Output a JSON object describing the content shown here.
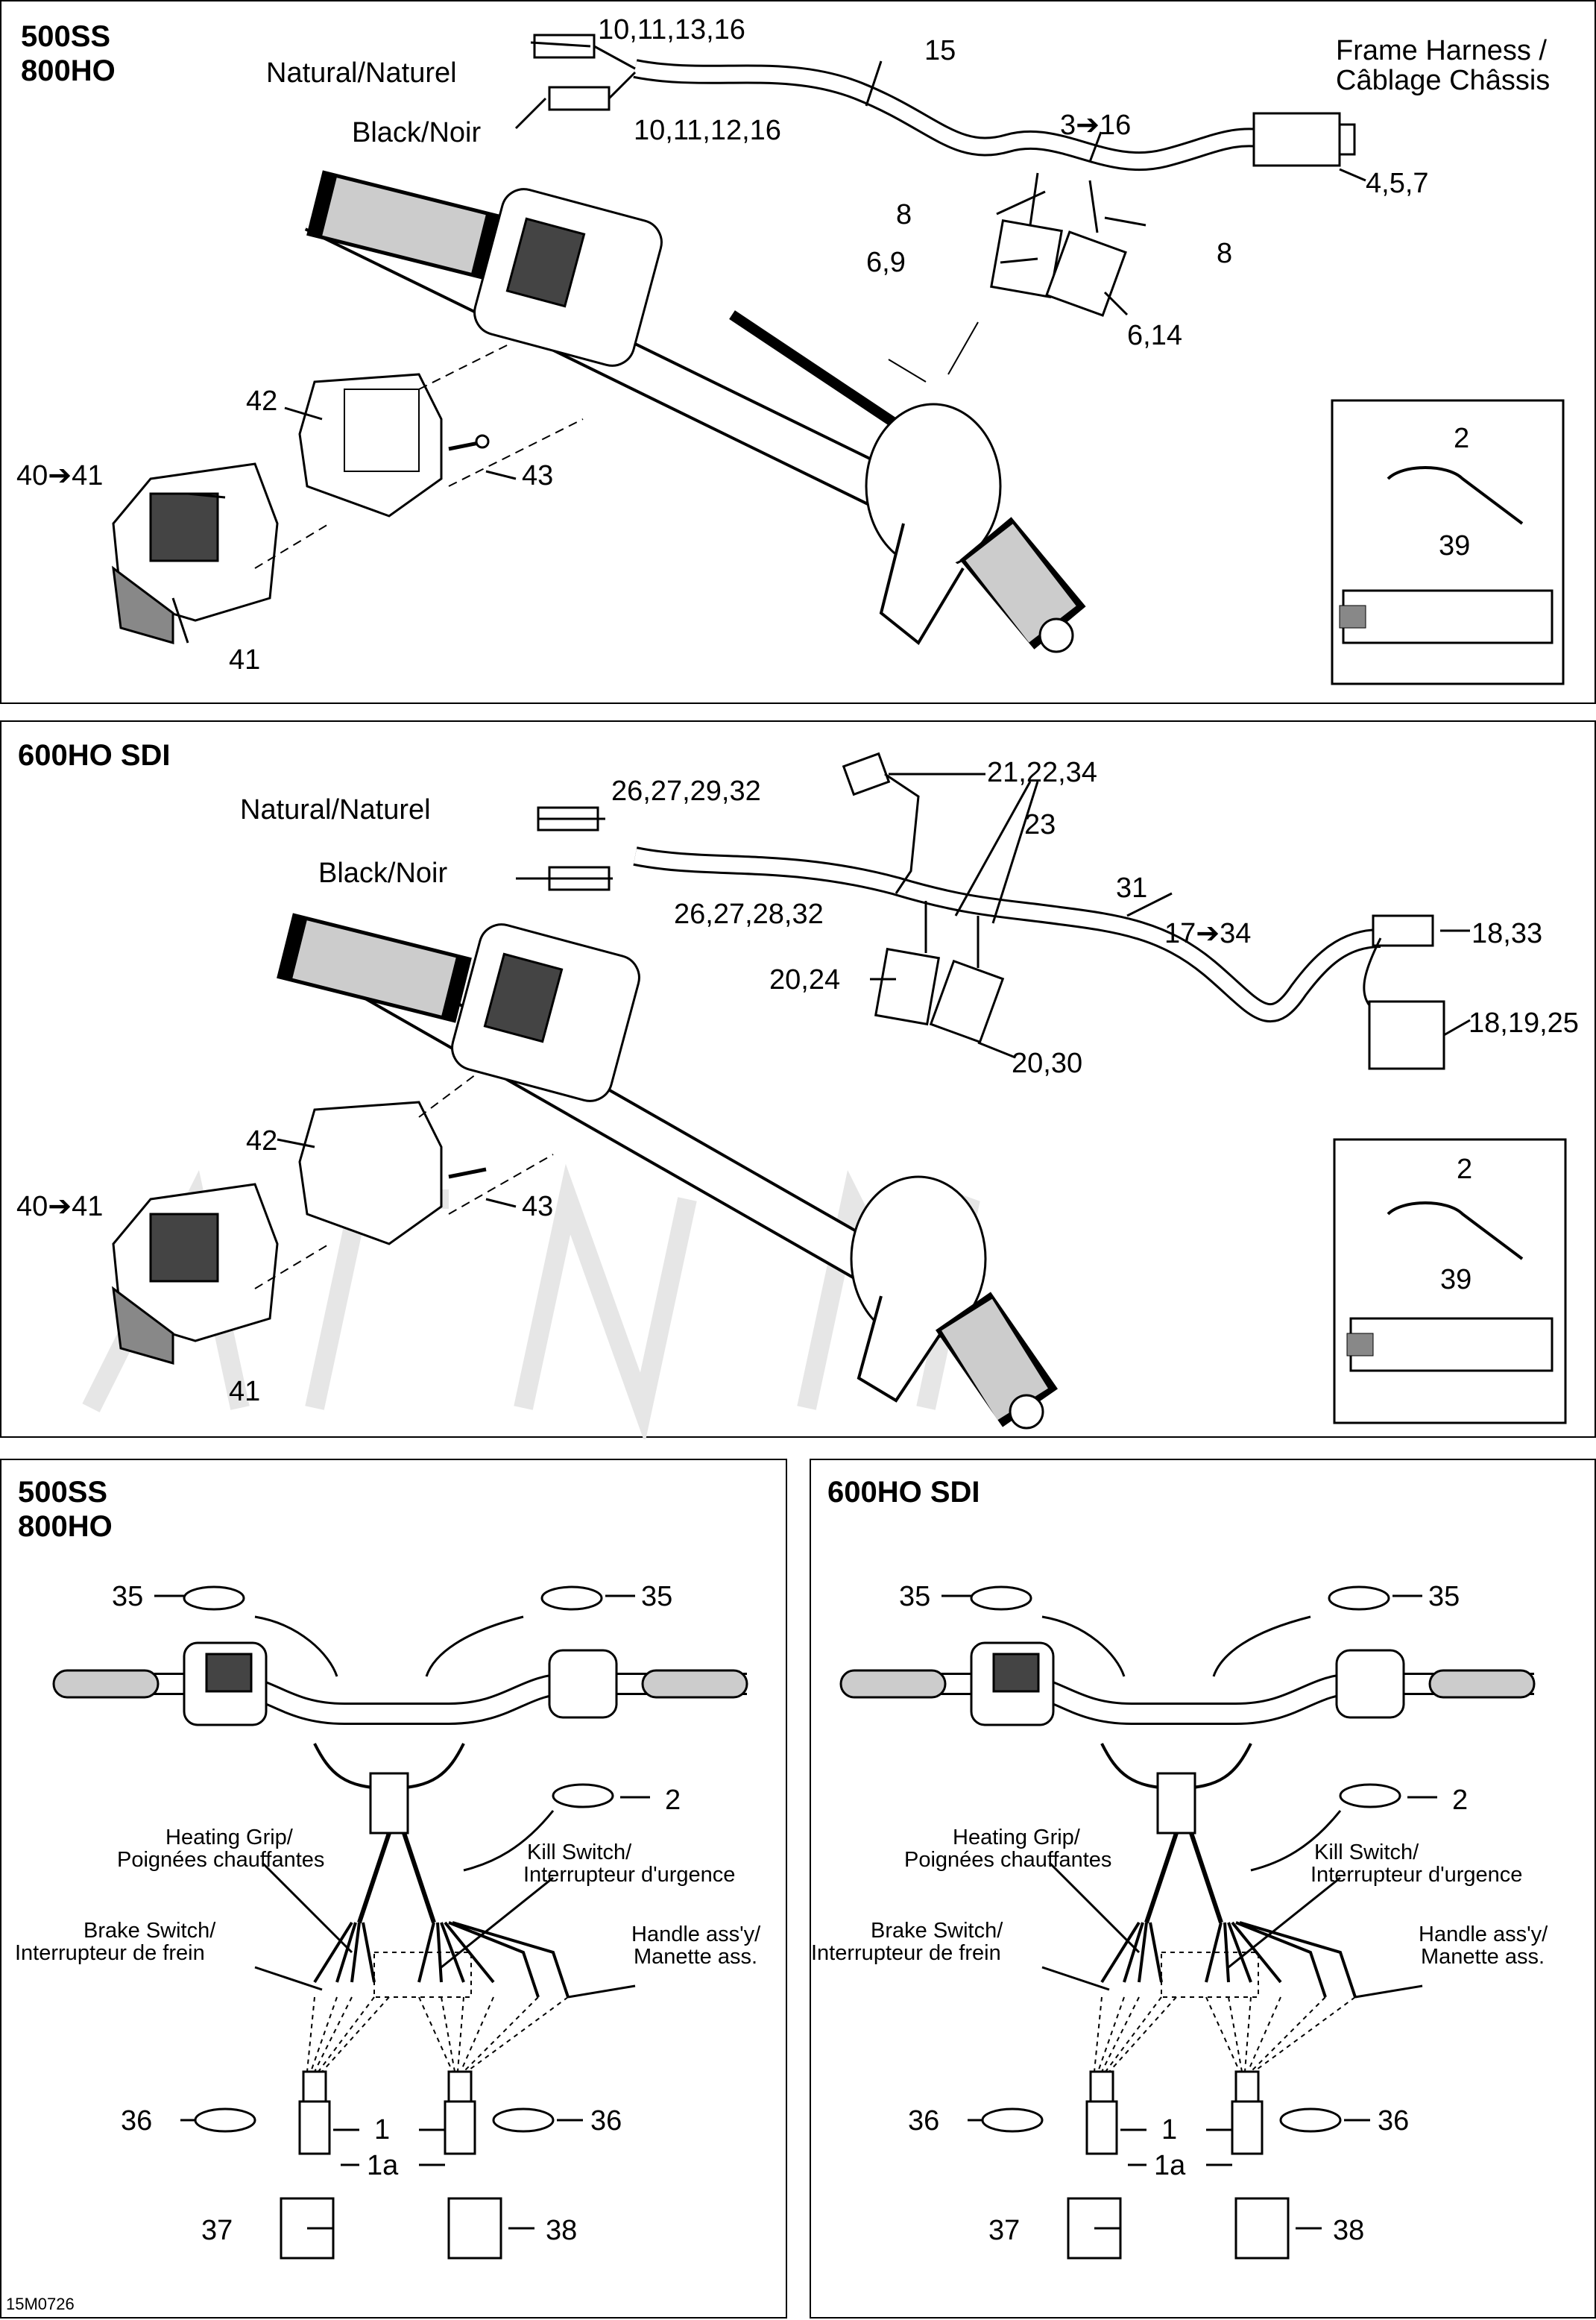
{
  "panels": {
    "top": {
      "title": "500SS\n800HO",
      "labels": {
        "natural": "Natural/Naturel",
        "black": "Black/Noir",
        "c1": "10,11,13,16",
        "c2": "10,11,12,16",
        "p15": "15",
        "frame_harness": "Frame Harness /\nCâblage Châssis",
        "p3_16": "3➔16",
        "p457": "4,5,7",
        "p8a": "8",
        "p8b": "8",
        "p69": "6,9",
        "p614": "6,14",
        "p42": "42",
        "p4041": "40➔41",
        "p43": "43",
        "p41": "41",
        "inset_2": "2",
        "inset_39": "39"
      }
    },
    "middle": {
      "title": "600HO SDI",
      "labels": {
        "natural": "Natural/Naturel",
        "black": "Black/Noir",
        "c1": "26,27,29,32",
        "c2": "26,27,28,32",
        "p212234": "21,22,34",
        "p23": "23",
        "p31": "31",
        "p17_34": "17➔34",
        "p1833": "18,33",
        "p181925": "18,19,25",
        "p2024": "20,24",
        "p2030": "20,30",
        "p42": "42",
        "p4041": "40➔41",
        "p43": "43",
        "p41": "41",
        "inset_2": "2",
        "inset_39": "39"
      }
    },
    "bottom_left": {
      "title": "500SS\n800HO",
      "labels": {
        "p35a": "35",
        "p35b": "35",
        "p2": "2",
        "heating": "Heating Grip/\nPoignées chauffantes",
        "kill": "Kill Switch/\nInterrupteur d'urgence",
        "brake": "Brake Switch/\nInterrupteur de frein",
        "handle": "Handle ass'y/\nManette ass.",
        "p36a": "36",
        "p36b": "36",
        "p1": "1",
        "p1a": "1a",
        "p37": "37",
        "p38": "38"
      }
    },
    "bottom_right": {
      "title": "600HO SDI",
      "labels": {
        "p35a": "35",
        "p35b": "35",
        "p2": "2",
        "heating": "Heating Grip/\nPoignées chauffantes",
        "kill": "Kill Switch/\nInterrupteur d'urgence",
        "brake": "Brake Switch/\nInterrupteur de frein",
        "handle": "Handle ass'y/\nManette ass.",
        "p36a": "36",
        "p36b": "36",
        "p1": "1",
        "p1a": "1a",
        "p37": "37",
        "p38": "38"
      }
    }
  },
  "footer_code": "15M0726"
}
